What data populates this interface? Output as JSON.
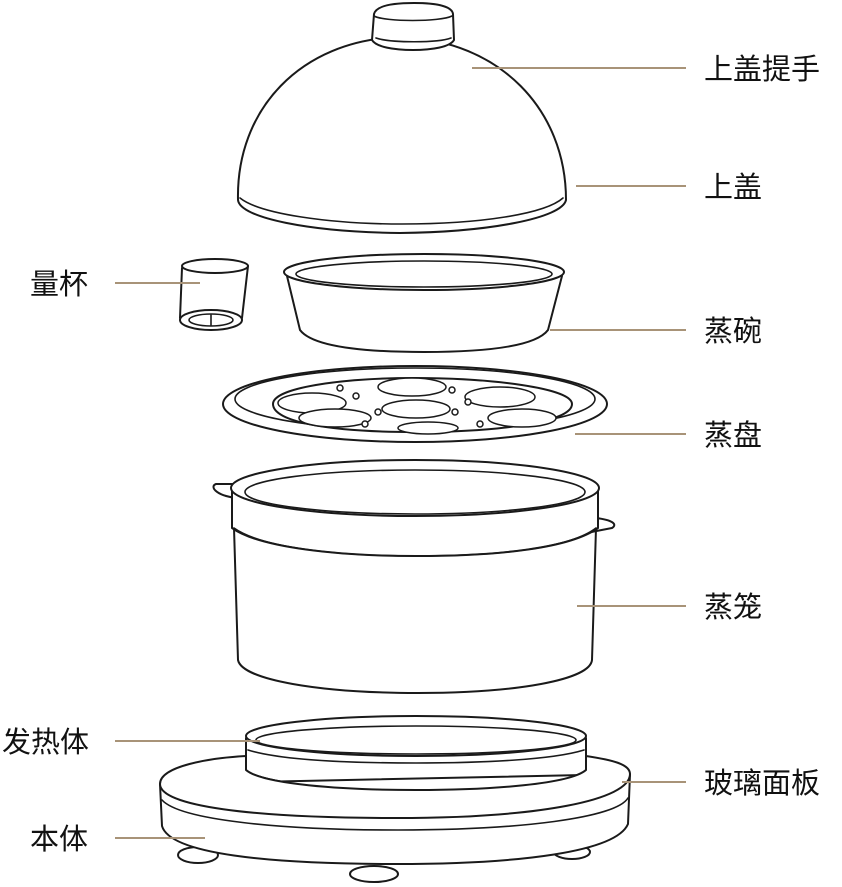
{
  "leader_color": "#a89378",
  "labels": {
    "lid_handle": "上盖提手",
    "lid": "上盖",
    "measuring_cup": "量杯",
    "steam_bowl": "蒸碗",
    "steam_tray": "蒸盘",
    "steamer_basket": "蒸笼",
    "heating_element": "发热体",
    "glass_panel": "玻璃面板",
    "base_body": "本体"
  }
}
